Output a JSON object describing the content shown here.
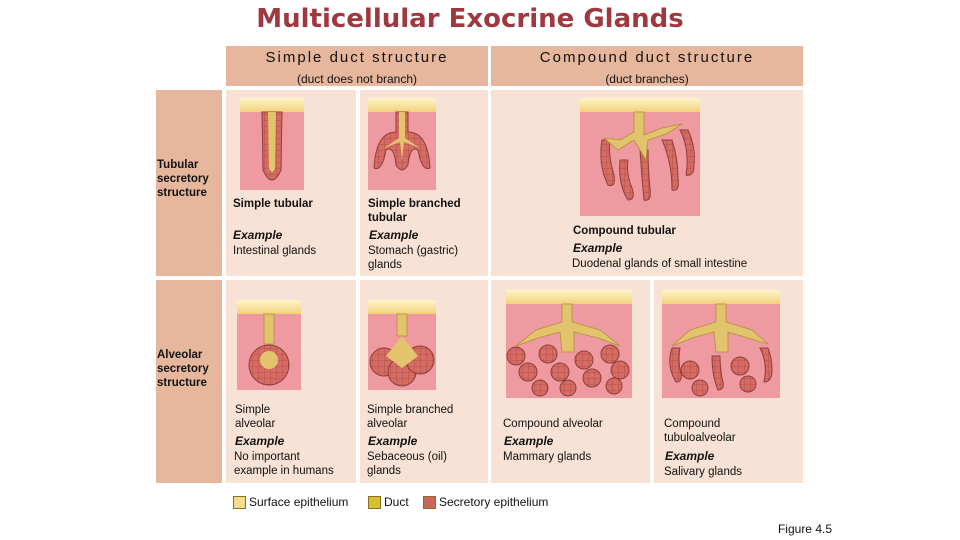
{
  "title": "Multicellular Exocrine Glands",
  "columns": {
    "simple": {
      "heading": "Simple duct structure",
      "subheading": "(duct does not branch)"
    },
    "compound": {
      "heading": "Compound duct structure",
      "subheading": "(duct branches)"
    }
  },
  "rows": {
    "tubular": {
      "label_lines": [
        "Tubular",
        "secretory",
        "structure"
      ]
    },
    "alveolar": {
      "label_lines": [
        "Alveolar",
        "secretory",
        "structure"
      ]
    }
  },
  "example_word": "Example",
  "glands": {
    "simple_tubular": {
      "name_lines": [
        "Simple tubular"
      ],
      "example_lines": [
        "Intestinal glands"
      ]
    },
    "simple_branched_tubular": {
      "name_lines": [
        "Simple branched",
        "tubular"
      ],
      "example_lines": [
        "Stomach (gastric)",
        "glands"
      ]
    },
    "compound_tubular": {
      "name_lines": [
        "Compound tubular"
      ],
      "example_lines": [
        "Duodenal glands of small intestine"
      ]
    },
    "simple_alveolar": {
      "name_lines": [
        "Simple",
        "alveolar"
      ],
      "example_lines": [
        "No important",
        "example in humans"
      ]
    },
    "simple_branched_alveolar": {
      "name_lines": [
        "Simple branched",
        "alveolar"
      ],
      "example_lines": [
        "Sebaceous (oil)",
        "glands"
      ]
    },
    "compound_alveolar": {
      "name_lines": [
        "Compound alveolar"
      ],
      "example_lines": [
        "Mammary glands"
      ]
    },
    "compound_tubuloalveolar": {
      "name_lines": [
        "Compound",
        "tubuloalveolar"
      ],
      "example_lines": [
        "Salivary glands"
      ]
    }
  },
  "legend": [
    {
      "label": "Surface epithelium",
      "color": "#f6dc8c"
    },
    {
      "label": "Duct",
      "color": "#d8c02a"
    },
    {
      "label": "Secretory epithelium",
      "color": "#c9655a"
    }
  ],
  "figure_label": "Figure 4.5",
  "colors": {
    "title": "#a0383f",
    "header_bg": "#e7b79d",
    "cell_bg": "#f7e2d5",
    "tissue": "#e9828a",
    "duct": "#d9b860",
    "secretory": "#c9655a"
  }
}
